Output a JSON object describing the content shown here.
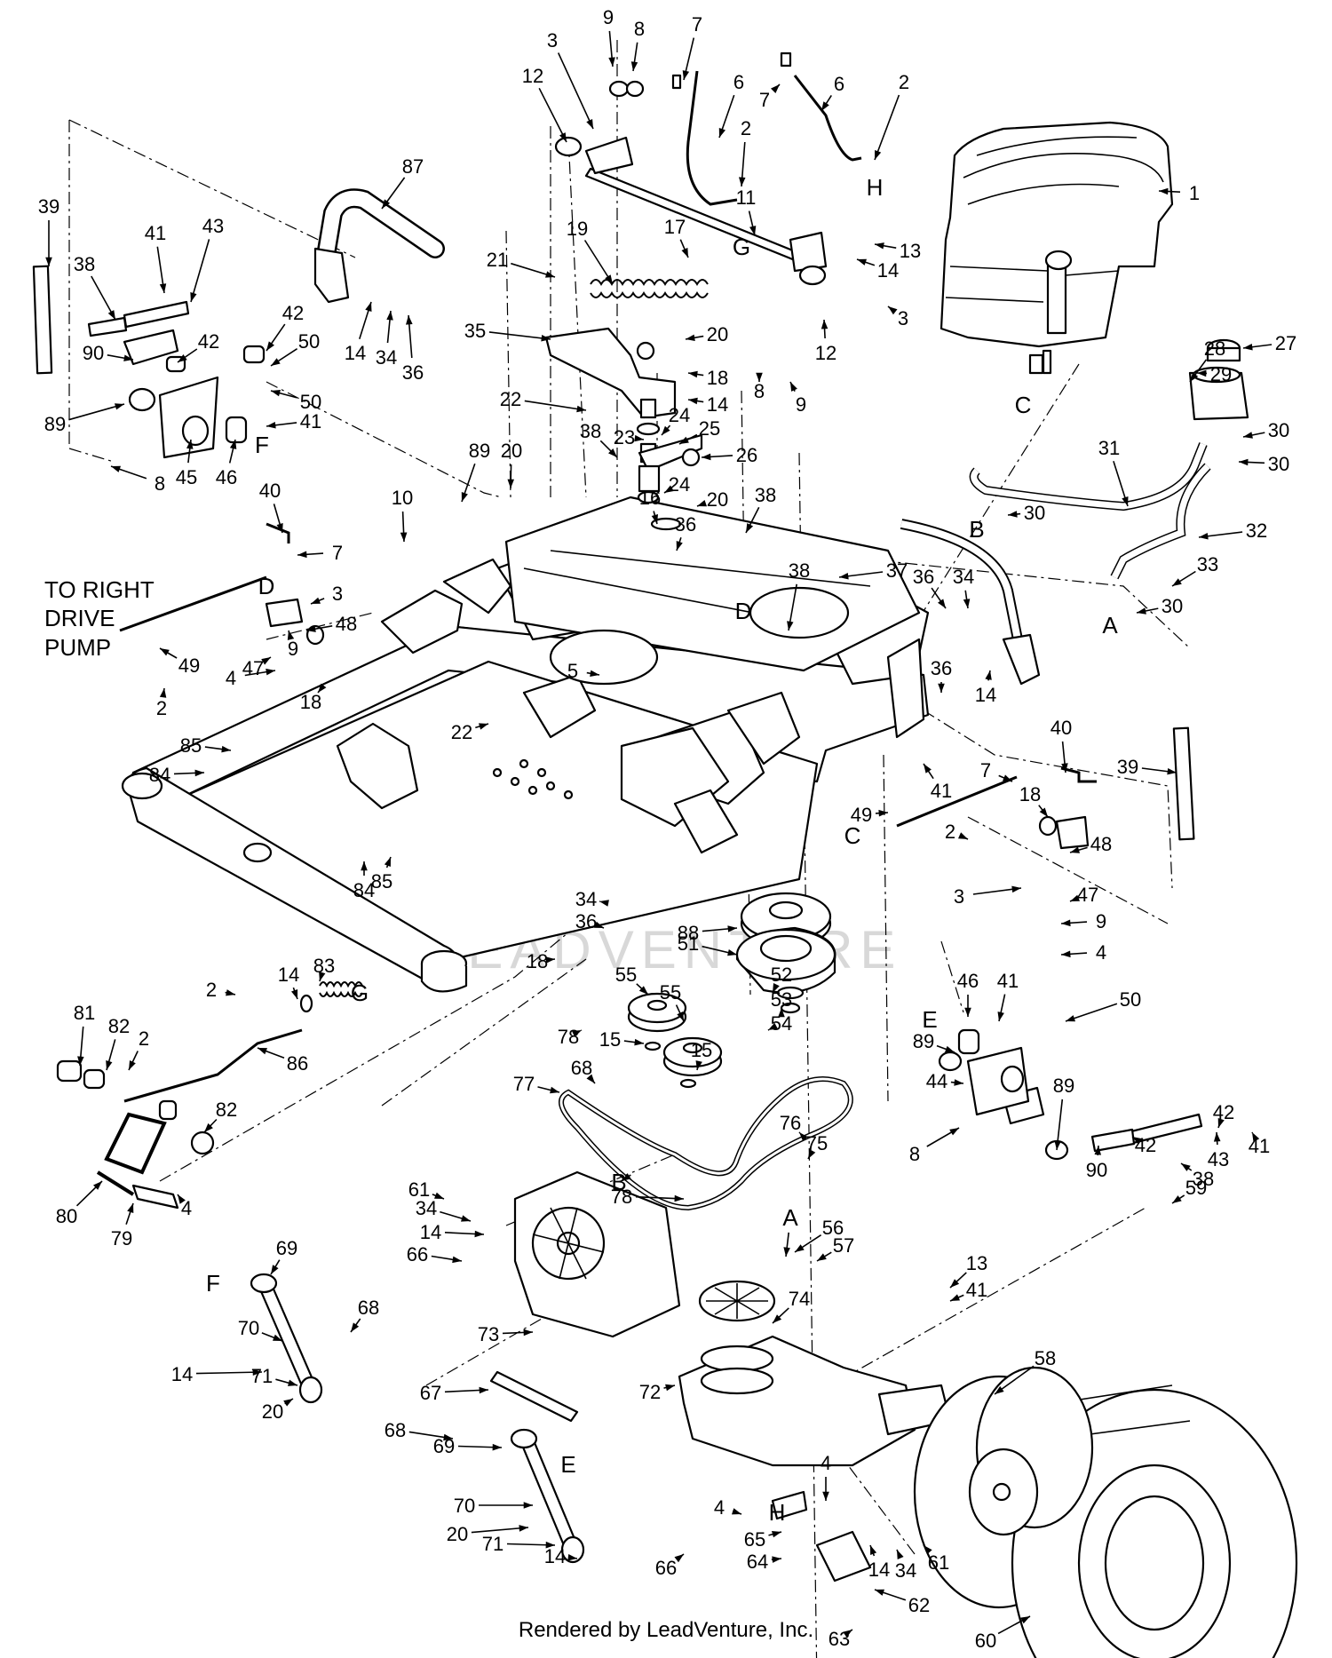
{
  "watermark": "LEADVENTURE",
  "footer": "Rendered by LeadVenture, Inc.",
  "callout_label": {
    "line1": "TO RIGHT",
    "line2": "DRIVE",
    "line3": "PUMP"
  },
  "callouts": [
    {
      "t": "39"
    },
    {
      "t": "38"
    },
    {
      "t": "41"
    },
    {
      "t": "43"
    },
    {
      "t": "90"
    },
    {
      "t": "89"
    },
    {
      "t": "8"
    },
    {
      "t": "45"
    },
    {
      "t": "46"
    },
    {
      "t": "F"
    },
    {
      "t": "42"
    },
    {
      "t": "42"
    },
    {
      "t": "50"
    },
    {
      "t": "50"
    },
    {
      "t": "41"
    },
    {
      "t": "87"
    },
    {
      "t": "14"
    },
    {
      "t": "34"
    },
    {
      "t": "36"
    },
    {
      "t": "89"
    },
    {
      "t": "9"
    },
    {
      "t": "8"
    },
    {
      "t": "7"
    },
    {
      "t": "6"
    },
    {
      "t": "3"
    },
    {
      "t": "12"
    },
    {
      "t": "2"
    },
    {
      "t": "7"
    },
    {
      "t": "6"
    },
    {
      "t": "2"
    },
    {
      "t": "H"
    },
    {
      "t": "1"
    },
    {
      "t": "11"
    },
    {
      "t": "G"
    },
    {
      "t": "13"
    },
    {
      "t": "14"
    },
    {
      "t": "3"
    },
    {
      "t": "12"
    },
    {
      "t": "19"
    },
    {
      "t": "17"
    },
    {
      "t": "21"
    },
    {
      "t": "35"
    },
    {
      "t": "20"
    },
    {
      "t": "18"
    },
    {
      "t": "14"
    },
    {
      "t": "8"
    },
    {
      "t": "9"
    },
    {
      "t": "22"
    },
    {
      "t": "23"
    },
    {
      "t": "24"
    },
    {
      "t": "25"
    },
    {
      "t": "38"
    },
    {
      "t": "26"
    },
    {
      "t": "24"
    },
    {
      "t": "16"
    },
    {
      "t": "20"
    },
    {
      "t": "36"
    },
    {
      "t": "38"
    },
    {
      "t": "20"
    },
    {
      "t": "10"
    },
    {
      "t": "27"
    },
    {
      "t": "28"
    },
    {
      "t": "29"
    },
    {
      "t": "C"
    },
    {
      "t": "30"
    },
    {
      "t": "30"
    },
    {
      "t": "31"
    },
    {
      "t": "30"
    },
    {
      "t": "B"
    },
    {
      "t": "32"
    },
    {
      "t": "30"
    },
    {
      "t": "A"
    },
    {
      "t": "33"
    },
    {
      "t": "36"
    },
    {
      "t": "34"
    },
    {
      "t": "14"
    },
    {
      "t": "37"
    },
    {
      "t": "38"
    },
    {
      "t": "D"
    },
    {
      "t": "36"
    },
    {
      "t": "40"
    },
    {
      "t": "7"
    },
    {
      "t": "D"
    },
    {
      "t": "3"
    },
    {
      "t": "48"
    },
    {
      "t": "47"
    },
    {
      "t": "9"
    },
    {
      "t": "4"
    },
    {
      "t": "18"
    },
    {
      "t": "49"
    },
    {
      "t": "2"
    },
    {
      "t": "5"
    },
    {
      "t": "22"
    },
    {
      "t": "85"
    },
    {
      "t": "84"
    },
    {
      "t": "84"
    },
    {
      "t": "85"
    },
    {
      "t": "41"
    },
    {
      "t": "40"
    },
    {
      "t": "39"
    },
    {
      "t": "7"
    },
    {
      "t": "18"
    },
    {
      "t": "49"
    },
    {
      "t": "2"
    },
    {
      "t": "48"
    },
    {
      "t": "3"
    },
    {
      "t": "47"
    },
    {
      "t": "9"
    },
    {
      "t": "4"
    },
    {
      "t": "C"
    },
    {
      "t": "88"
    },
    {
      "t": "51"
    },
    {
      "t": "52"
    },
    {
      "t": "53"
    },
    {
      "t": "54"
    },
    {
      "t": "34"
    },
    {
      "t": "36"
    },
    {
      "t": "18"
    },
    {
      "t": "55"
    },
    {
      "t": "55"
    },
    {
      "t": "78"
    },
    {
      "t": "15"
    },
    {
      "t": "15"
    },
    {
      "t": "68"
    },
    {
      "t": "77"
    },
    {
      "t": "2"
    },
    {
      "t": "14"
    },
    {
      "t": "83"
    },
    {
      "t": "G"
    },
    {
      "t": "81"
    },
    {
      "t": "82"
    },
    {
      "t": "2"
    },
    {
      "t": "86"
    },
    {
      "t": "82"
    },
    {
      "t": "80"
    },
    {
      "t": "79"
    },
    {
      "t": "4"
    },
    {
      "t": "46"
    },
    {
      "t": "41"
    },
    {
      "t": "50"
    },
    {
      "t": "E"
    },
    {
      "t": "89"
    },
    {
      "t": "44"
    },
    {
      "t": "8"
    },
    {
      "t": "90"
    },
    {
      "t": "42"
    },
    {
      "t": "43"
    },
    {
      "t": "41"
    },
    {
      "t": "42"
    },
    {
      "t": "38"
    },
    {
      "t": "89"
    },
    {
      "t": "61"
    },
    {
      "t": "34"
    },
    {
      "t": "14"
    },
    {
      "t": "B"
    },
    {
      "t": "78"
    },
    {
      "t": "76"
    },
    {
      "t": "75"
    },
    {
      "t": "66"
    },
    {
      "t": "73"
    },
    {
      "t": "74"
    },
    {
      "t": "A"
    },
    {
      "t": "56"
    },
    {
      "t": "57"
    },
    {
      "t": "13"
    },
    {
      "t": "41"
    },
    {
      "t": "59"
    },
    {
      "t": "F"
    },
    {
      "t": "69"
    },
    {
      "t": "68"
    },
    {
      "t": "70"
    },
    {
      "t": "14"
    },
    {
      "t": "71"
    },
    {
      "t": "20"
    },
    {
      "t": "67"
    },
    {
      "t": "72"
    },
    {
      "t": "58"
    },
    {
      "t": "68"
    },
    {
      "t": "69"
    },
    {
      "t": "E"
    },
    {
      "t": "70"
    },
    {
      "t": "20"
    },
    {
      "t": "71"
    },
    {
      "t": "14"
    },
    {
      "t": "66"
    },
    {
      "t": "4"
    },
    {
      "t": "4"
    },
    {
      "t": "H"
    },
    {
      "t": "65"
    },
    {
      "t": "64"
    },
    {
      "t": "14"
    },
    {
      "t": "34"
    },
    {
      "t": "61"
    },
    {
      "t": "62"
    },
    {
      "t": "63"
    },
    {
      "t": "60"
    }
  ]
}
